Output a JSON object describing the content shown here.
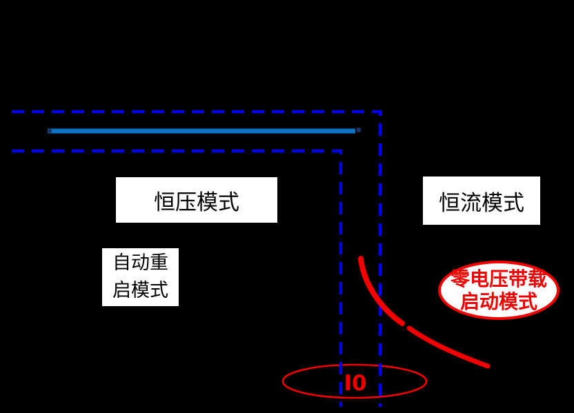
{
  "labels": {
    "constant_voltage": "恒压模式",
    "constant_current": "恒流模式",
    "auto_restart": "自动重\n启模式",
    "zero_voltage_start": "零电压带载\n启动模式",
    "output_current": "I0"
  },
  "colors": {
    "background": "#000000",
    "dashed_line_blue": "#0202ee",
    "solid_line_blue": "#0b72c4",
    "endpoint_dark_blue": "#1a3568",
    "red": "#f50000",
    "label_box_bg": "#ffffff",
    "label_text": "#000000",
    "red_text": "#ee0000"
  }
}
